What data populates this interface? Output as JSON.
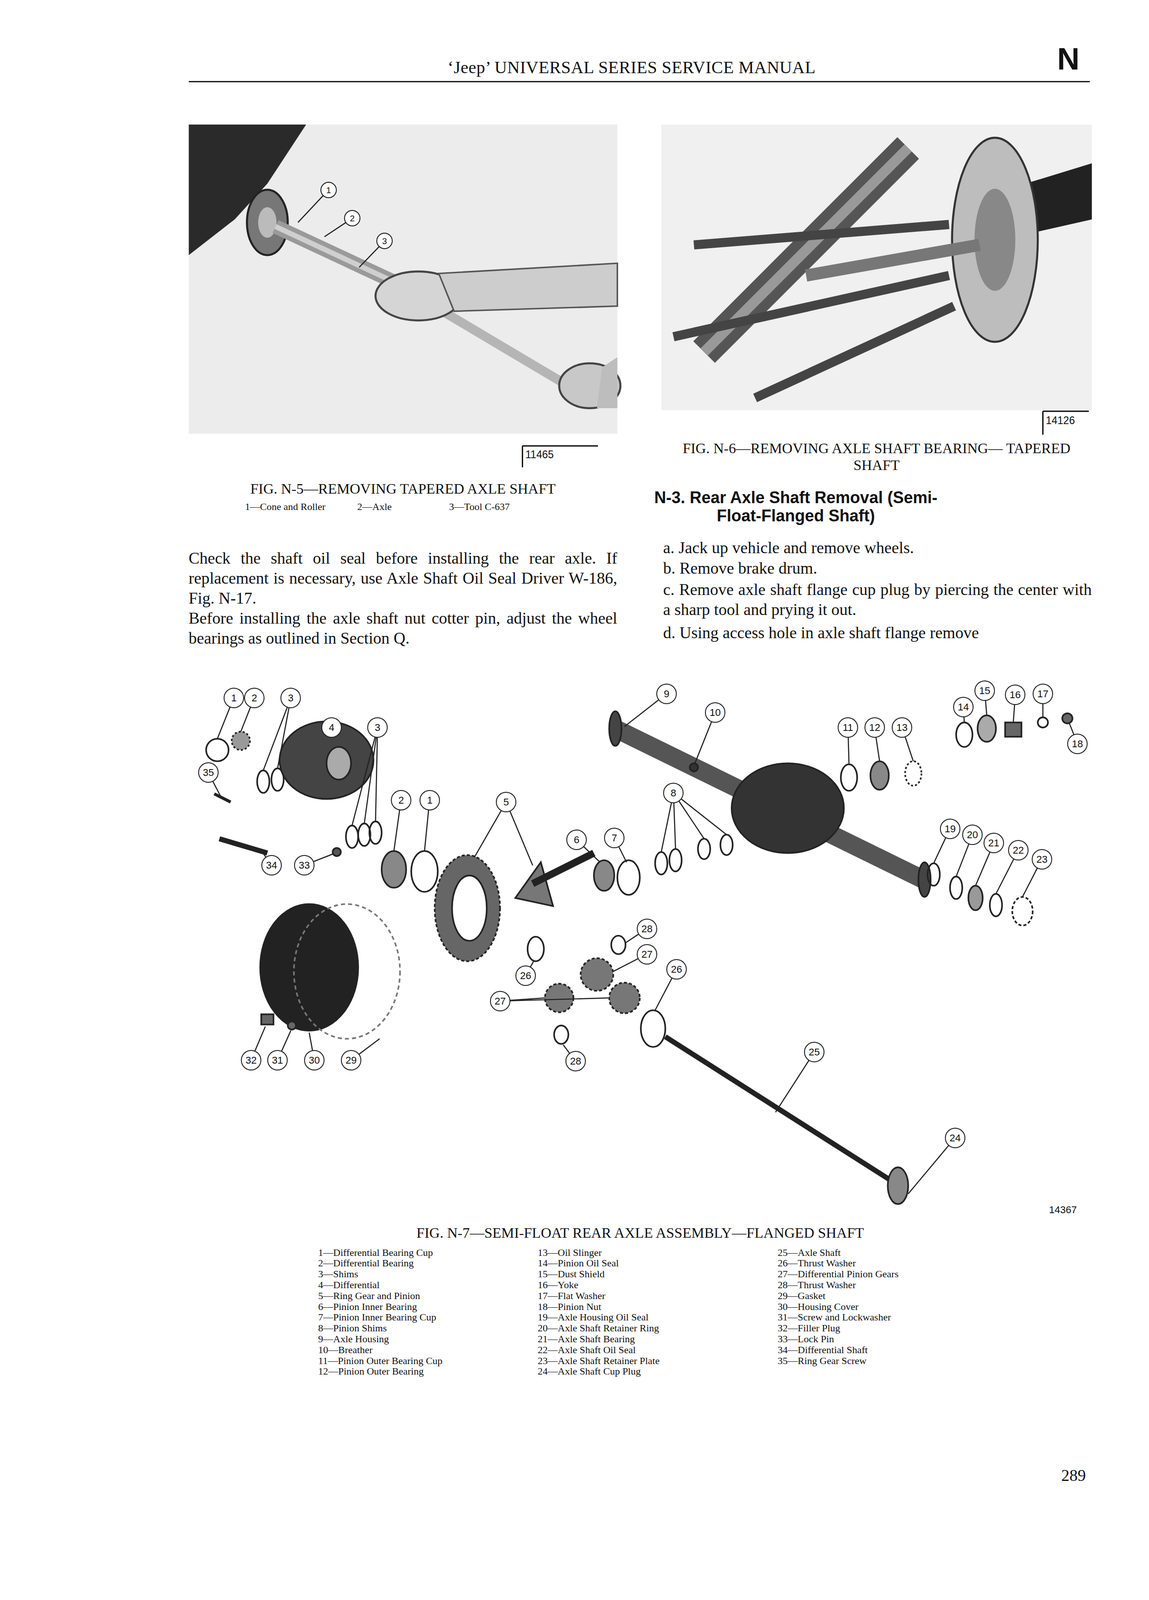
{
  "diagram": {
    "title": "‘Jeep’ UNIVERSAL SERIES SERVICE MANUAL",
    "nodes": [
      {
        "text": [
          "1"
        ]
      },
      {
        "text": [
          "2"
        ]
      },
      {
        "text": [
          "3"
        ]
      },
      {
        "text": [
          "1"
        ]
      },
      {
        "text": [
          "2"
        ]
      },
      {
        "text": [
          "3"
        ]
      },
      {
        "text": [
          "9"
        ]
      },
      {
        "text": [
          "10"
        ]
      },
      {
        "text": [
          "15"
        ]
      },
      {
        "text": [
          "16"
        ]
      },
      {
        "text": [
          "17"
        ]
      },
      {
        "text": [
          "14"
        ]
      },
      {
        "text": [
          "4"
        ]
      },
      {
        "text": [
          "3"
        ]
      },
      {
        "text": [
          "11"
        ]
      },
      {
        "text": [
          "12"
        ]
      },
      {
        "text": [
          "13"
        ]
      },
      {
        "text": [
          "18"
        ]
      },
      {
        "text": [
          "35"
        ]
      },
      {
        "text": [
          "8"
        ]
      },
      {
        "text": [
          "2"
        ]
      },
      {
        "text": [
          "1"
        ]
      },
      {
        "text": [
          "5"
        ]
      },
      {
        "text": [
          "19"
        ]
      },
      {
        "text": [
          "20"
        ]
      },
      {
        "text": [
          "7"
        ]
      },
      {
        "text": [
          "6"
        ]
      },
      {
        "text": [
          "21"
        ]
      },
      {
        "text": [
          "22"
        ]
      },
      {
        "text": [
          "23"
        ]
      },
      {
        "text": [
          "34"
        ]
      },
      {
        "text": [
          "33"
        ]
      },
      {
        "text": [
          "28"
        ]
      },
      {
        "text": [
          "27"
        ]
      },
      {
        "text": [
          "26"
        ]
      },
      {
        "text": [
          "26"
        ]
      },
      {
        "text": [
          "27"
        ]
      },
      {
        "text": [
          "25"
        ]
      },
      {
        "text": [
          "32"
        ]
      },
      {
        "text": [
          "31"
        ]
      },
      {
        "text": [
          "30"
        ]
      },
      {
        "text": [
          "29"
        ]
      },
      {
        "text": [
          "28"
        ]
      },
      {
        "text": [
          "24"
        ]
      }
    ],
    "labels": [
      "N",
      "11465",
      "FIG. N-5—REMOVING TAPERED AXLE SHAFT",
      "1—Cone and Roller",
      "2—Axle",
      "3—Tool C-637",
      "Check the shaft oil seal before installing the rear axle. If replacement is necessary, use Axle Shaft Oil Seal Driver W-186, Fig. N-17.",
      "Before installing the axle shaft nut cotter pin, adjust the wheel bearings as outlined in Section Q.",
      "14126",
      "FIG. N-6—REMOVING AXLE SHAFT BEARING— TAPERED SHAFT",
      "N-3. Rear Axle Shaft Removal (Semi-Float-Flanged Shaft)",
      "a. Jack up vehicle and remove wheels.",
      "b. Remove brake drum.",
      "c. Remove axle shaft flange cup plug by piercing the center with a sharp tool and prying it out.",
      "d. Using access hole in axle shaft flange remove",
      "14367",
      "FIG. N-7—SEMI-FLOAT REAR AXLE ASSEMBLY—FLANGED SHAFT",
      "1—Differential Bearing Cup",
      "2—Differential Bearing",
      "3—Shims",
      "4—Differential",
      "5—Ring Gear and Pinion",
      "6—Pinion Inner Bearing",
      "7—Pinion Inner Bearing Cup",
      "8—Pinion Shims",
      "9—Axle Housing",
      "10—Breather",
      "11—Pinion Outer Bearing Cup",
      "12—Pinion Outer Bearing",
      "13—Oil Slinger",
      "14—Pinion Oil Seal",
      "15—Dust Shield",
      "16—Yoke",
      "17—Flat Washer",
      "18—Pinion Nut",
      "19—Axle Housing Oil Seal",
      "20—Axle Shaft Retainer Ring",
      "21—Axle Shaft Bearing",
      "22—Axle Shaft Oil Seal",
      "23—Axle Shaft Retainer Plate",
      "24—Axle Shaft Cup Plug",
      "25—Axle Shaft",
      "26—Thrust Washer",
      "27—Differential Pinion Gears",
      "28—Thrust Washer",
      "29—Gasket",
      "30—Housing Cover",
      "31—Screw and Lockwasher",
      "32—Filler Plug",
      "33—Lock Pin",
      "34—Differential Shaft",
      "35—Ring Gear Screw",
      "289"
    ]
  }
}
